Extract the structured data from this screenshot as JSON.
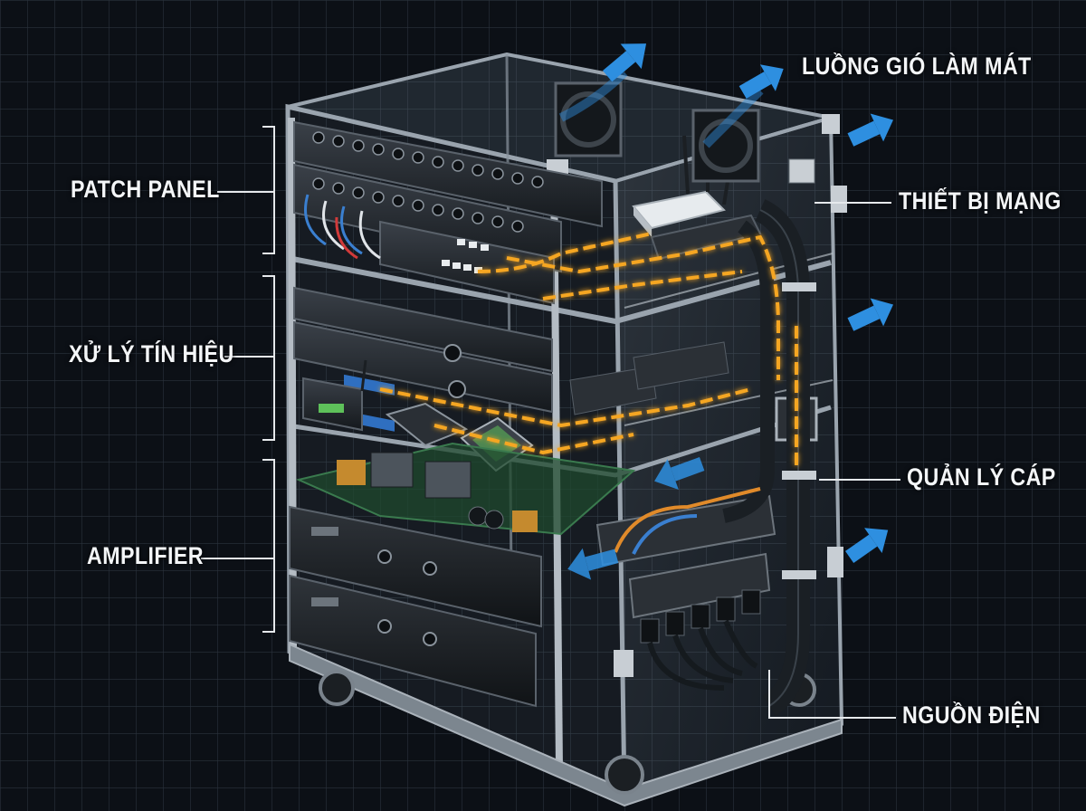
{
  "labels": {
    "patch_panel": "PATCH PANEL",
    "signal_processing": "XỬ LÝ TÍN HIỆU",
    "amplifier": "AMPLIFIER",
    "cooling_airflow": "LUỒNG GIÓ LÀM MÁT",
    "network_equipment": "THIẾT BỊ MẠNG",
    "cable_management": "QUẢN LÝ CÁP",
    "power": "NGUỒN ĐIỆN"
  },
  "colors": {
    "background": "#0c1016",
    "grid": "#2a323c",
    "frame": "#9aa4ae",
    "glass": "#8fa6b8",
    "equipment": "#1e2328",
    "airflow_arrow": "#2e8fe0",
    "signal_path": "#f5a623",
    "label_text": "#f4f6f8",
    "leader_line": "#e6e9ec"
  }
}
